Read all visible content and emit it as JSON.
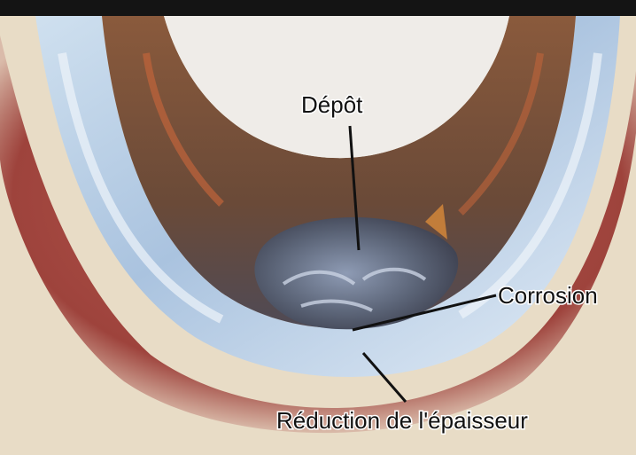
{
  "labels": {
    "depot": "Dépôt",
    "corrosion": "Corrosion",
    "reduction": "Réduction de l'épaisseur"
  },
  "colors": {
    "background": "#e8dcc6",
    "top_bar": "#141414",
    "outer_red_layer": "#a5463f",
    "pipe_wall_blue": "#b9cfe6",
    "inner_brown_corrosion": "#6e4a35",
    "deposit_gray": "#5b6477",
    "label_text": "#111111"
  }
}
